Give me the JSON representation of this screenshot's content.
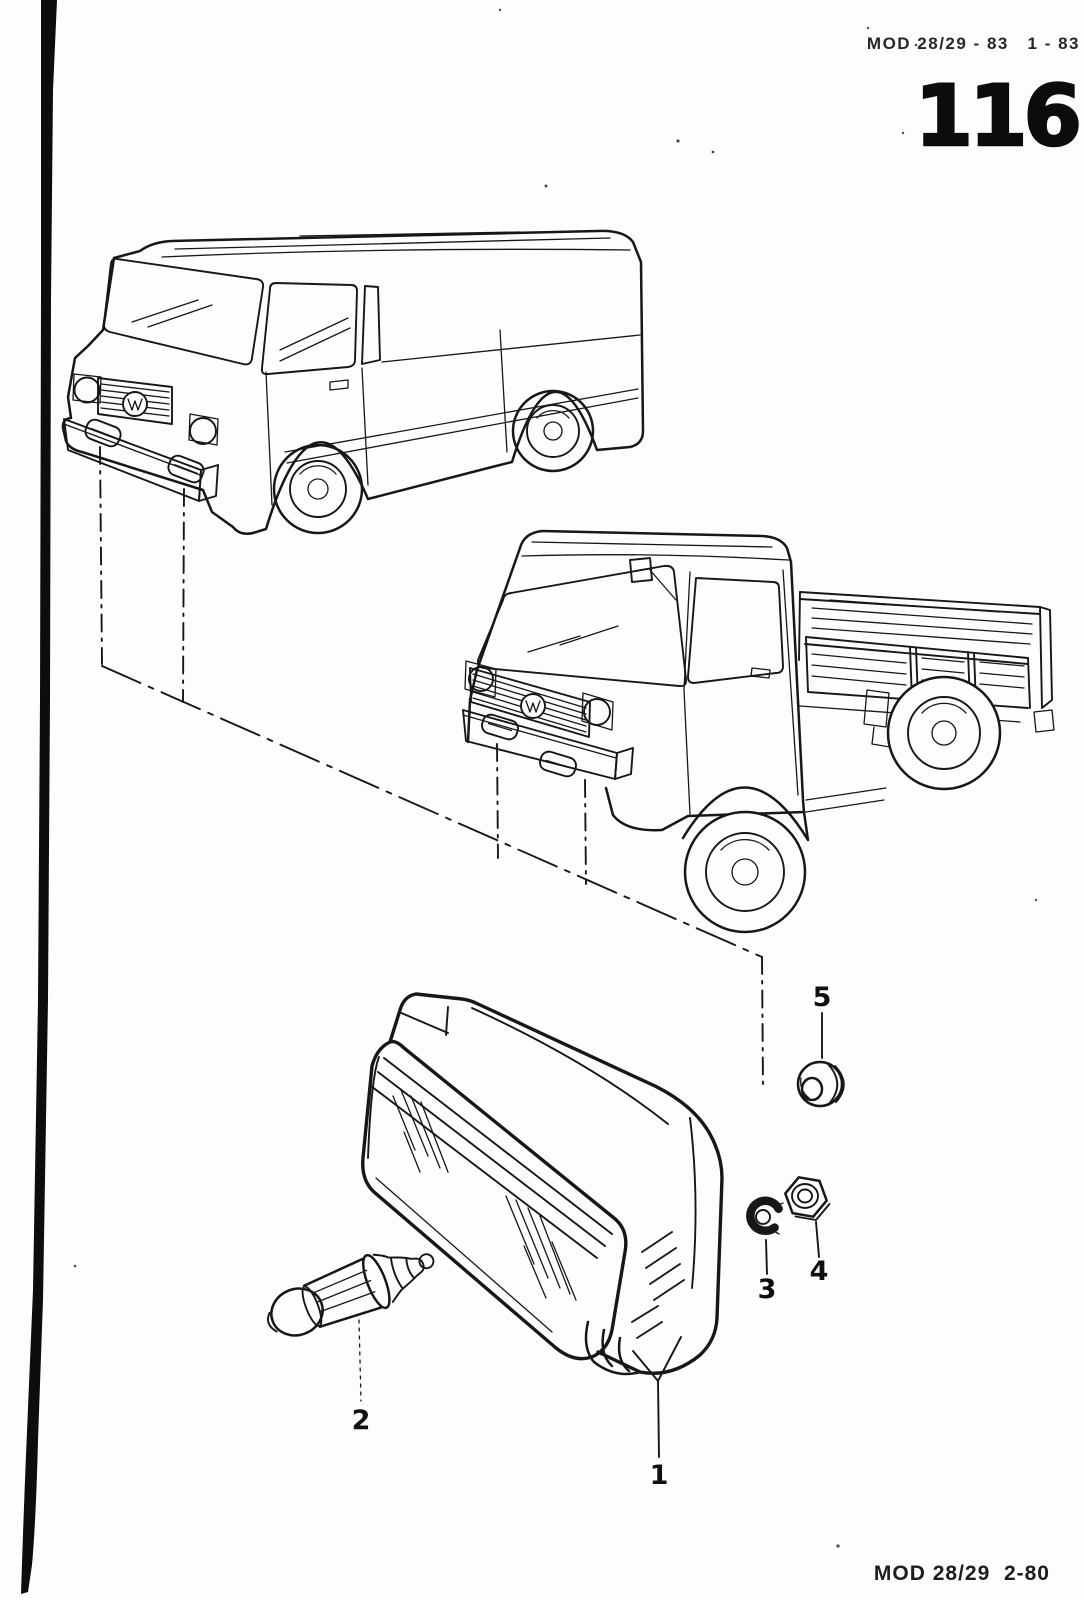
{
  "page": {
    "header_code": "MOD 28/29 - 83   1 - 83",
    "page_number": "116",
    "footer_code": "MOD 28/29  2-80"
  },
  "colors": {
    "ink": "#171717",
    "paper": "#fdfdfc",
    "binding_edge": "#0d0d0d"
  },
  "callouts": [
    {
      "label": "1"
    },
    {
      "label": "2"
    },
    {
      "label": "3"
    },
    {
      "label": "4"
    },
    {
      "label": "5"
    }
  ]
}
